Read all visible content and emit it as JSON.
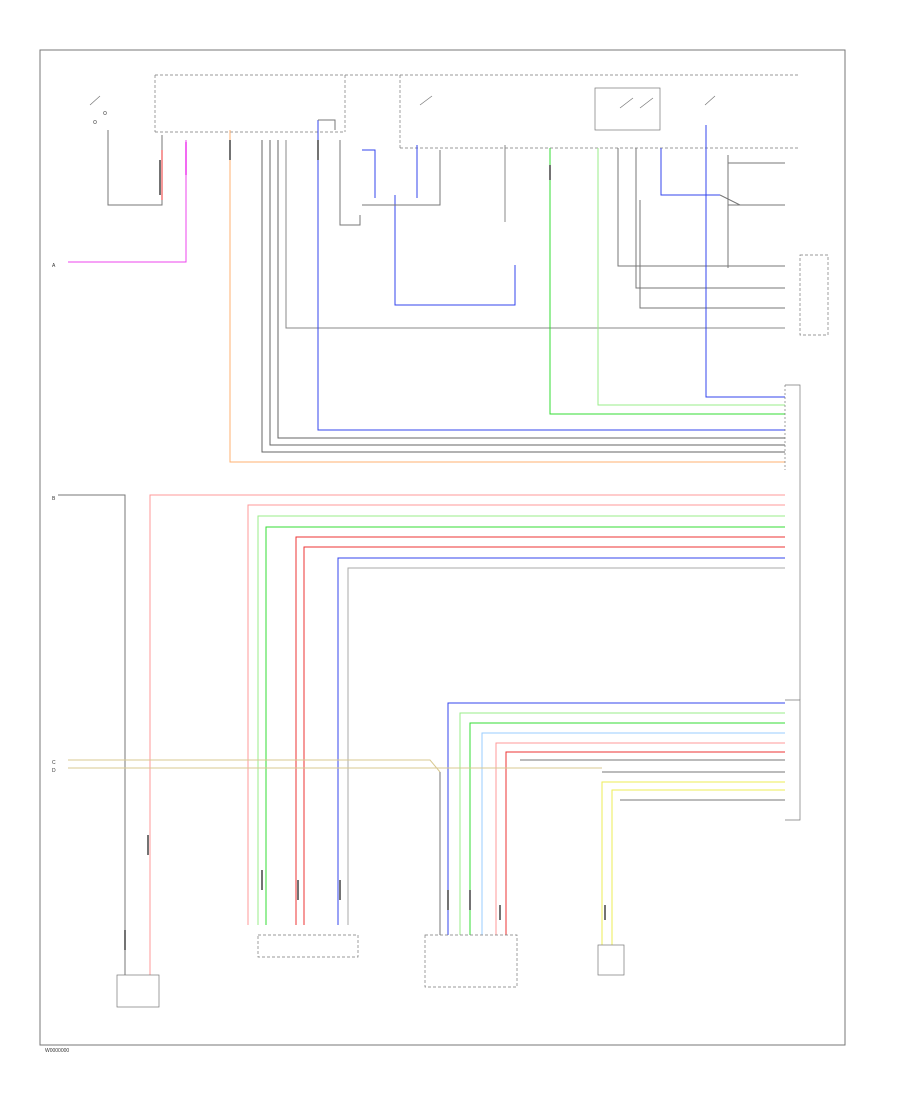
{
  "diagram": {
    "footer_code": "W0000000",
    "left_refs": {
      "a": "A",
      "b": "B",
      "c": "C",
      "d": "D"
    },
    "colors": {
      "frame": "#555555",
      "wire_pink": "#ee44ee",
      "wire_orange": "#ffb070",
      "wire_gray": "#666666",
      "wire_blue": "#3344ee",
      "wire_green": "#33dd33",
      "wire_lightgreen": "#99ee88",
      "wire_red": "#ee3333",
      "wire_lightred": "#ff9999",
      "wire_yellow": "#eeee55",
      "wire_tan": "#d8c890"
    }
  }
}
